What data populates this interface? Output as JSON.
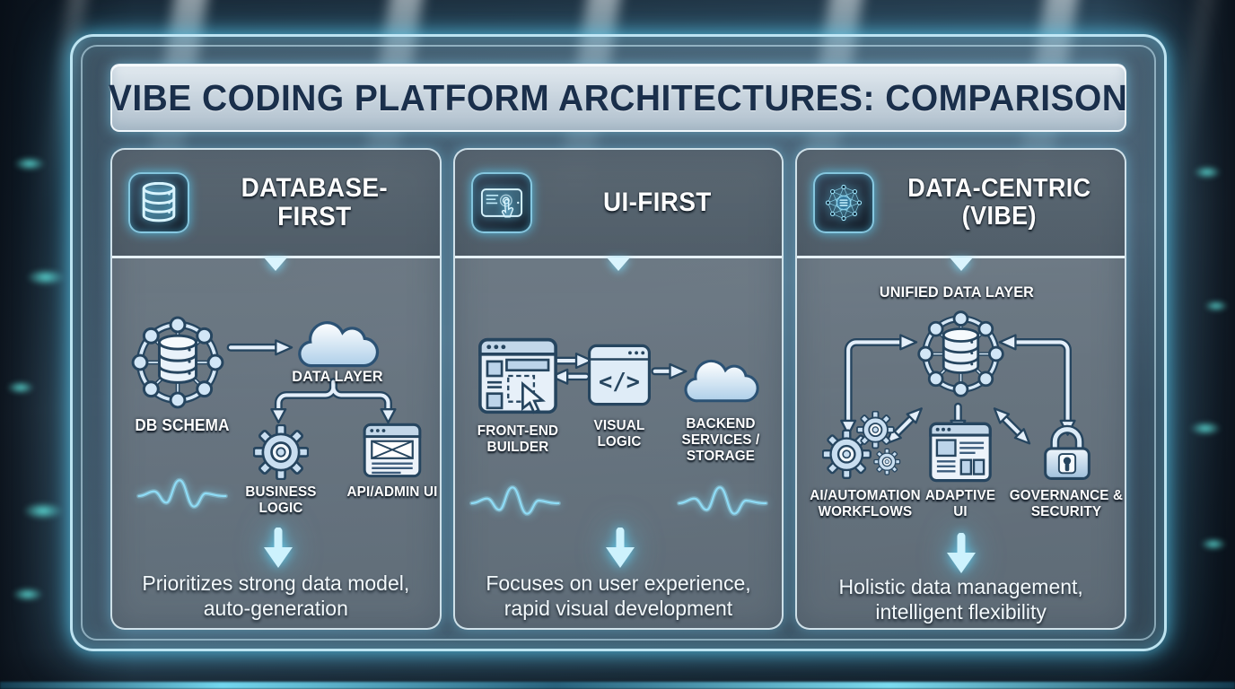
{
  "title": "VIBE CODING PLATFORM ARCHITECTURES: COMPARISON",
  "colors": {
    "accent_cyan": "#6fd4f2",
    "frame_glow": "#54c7ea",
    "panel_fill": "#6e7a84",
    "title_bar_fill": "#c9d6e0",
    "title_text": "#1a2f4b",
    "label_color": "#ffffff",
    "icon_stroke": "#26455f",
    "icon_fill": "#d9e9f6",
    "glow_arrow": "#cdf2fd",
    "waveform": "#8fdcf6"
  },
  "columns": [
    {
      "title": "DATABASE-FIRST",
      "icon": "database-icon",
      "labels": {
        "schema": "DB SCHEMA",
        "data_layer": "DATA LAYER",
        "business_logic": "BUSINESS LOGIC",
        "api_admin_ui": "API/ADMIN UI"
      },
      "summary": "Prioritizes strong data model, auto-generation"
    },
    {
      "title": "UI-FIRST",
      "icon": "tablet-touch-icon",
      "labels": {
        "front_end_builder": "FRONT-END BUILDER",
        "visual_logic": "VISUAL LOGIC",
        "backend": "BACKEND SERVICES / STORAGE",
        "code_glyph": "</>"
      },
      "summary": "Focuses on user experience, rapid visual development"
    },
    {
      "title": "DATA-CENTRIC (VIBE)",
      "icon": "network-database-icon",
      "labels": {
        "unified": "UNIFIED DATA LAYER",
        "ai_workflows": "AI/AUTOMATION WORKFLOWS",
        "adaptive_ui": "ADAPTIVE UI",
        "governance": "GOVERNANCE & SECURITY"
      },
      "summary": "Holistic data management, intelligent flexibility"
    }
  ]
}
